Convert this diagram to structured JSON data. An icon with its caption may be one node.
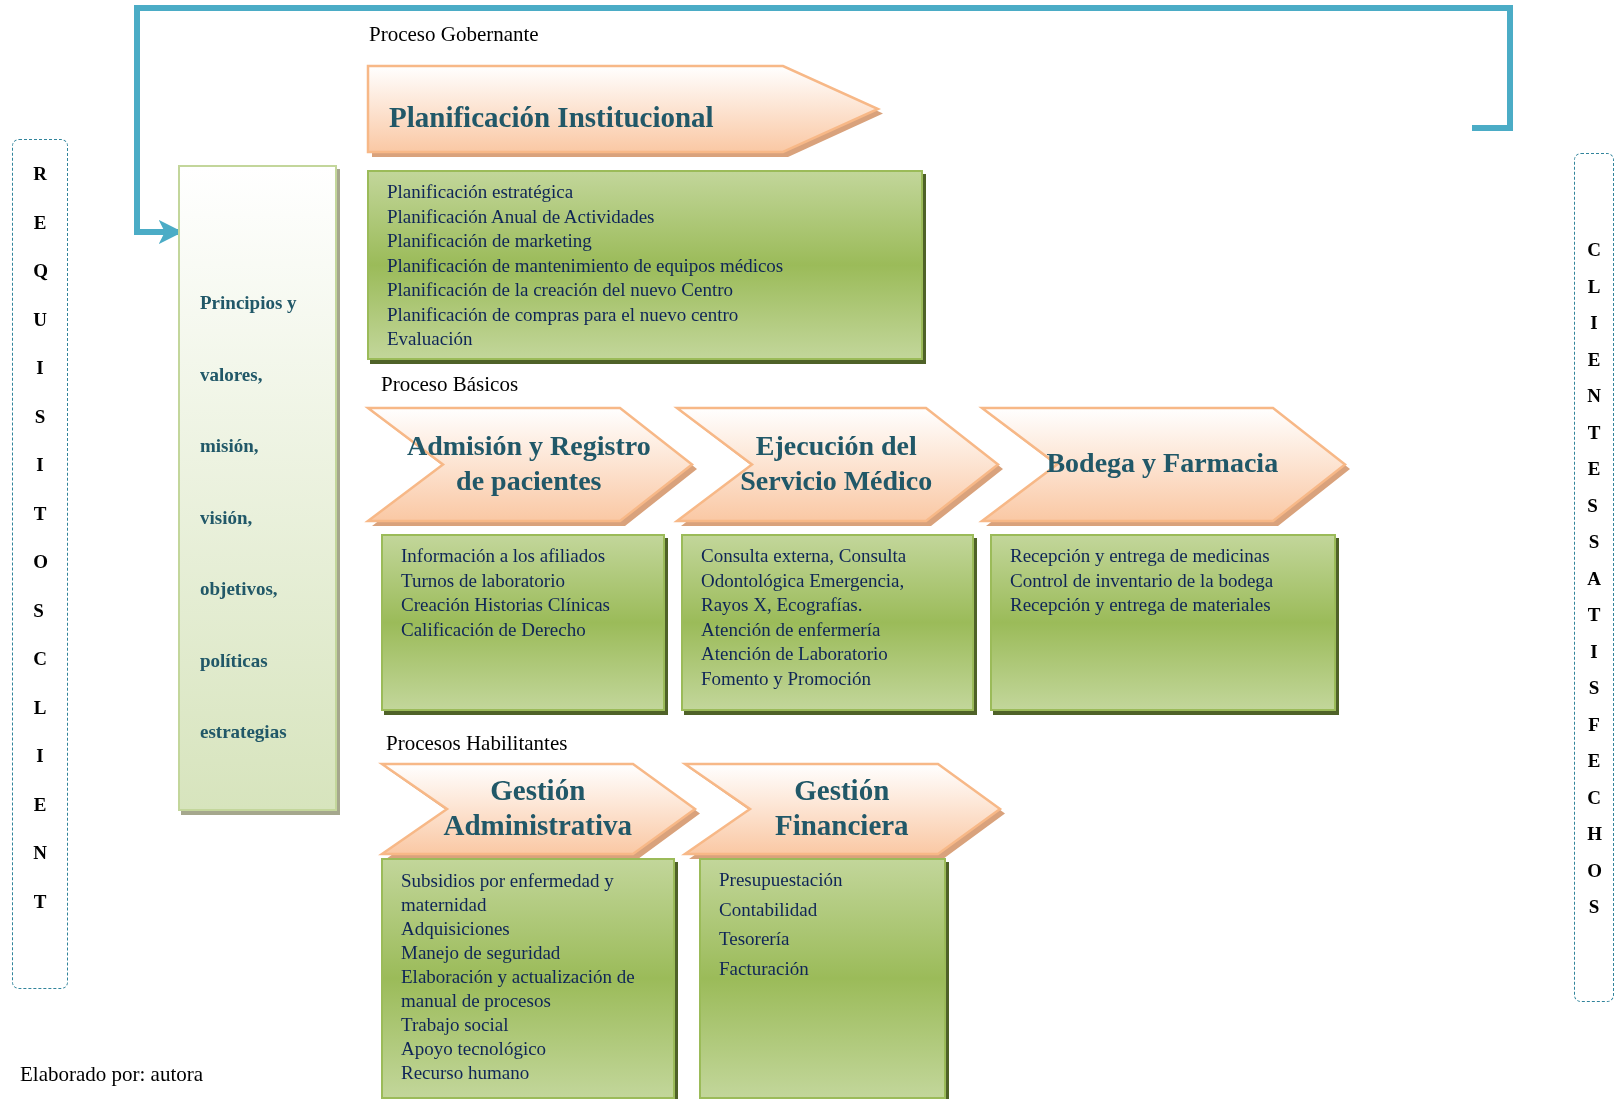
{
  "diagram": {
    "nodes": [
      {
        "text": [
          "REQUISITOS CLIENT"
        ]
      },
      {
        "text": [
          "CLIENTES SATISFECHOS"
        ]
      },
      {
        "text": [
          "Principios y valores, misión, visión, objetivos, políticas estrategias"
        ]
      },
      {
        "text": [
          "Planificación Institucional"
        ]
      },
      {
        "text": [
          "Planificación estratégica",
          "Planificación Anual de Actividades",
          "Planificación de marketing",
          "Planificación de mantenimiento de equipos médicos",
          "Planificación de la creación del nuevo Centro",
          "Planificación de compras para el nuevo centro",
          "Evaluación"
        ]
      },
      {
        "text": [
          "Admisión y Registro de pacientes"
        ]
      },
      {
        "text": [
          "Ejecución del Servicio Médico"
        ]
      },
      {
        "text": [
          "Bodega y Farmacia"
        ]
      },
      {
        "text": [
          "Información a los afiliados",
          "Turnos de laboratorio",
          "Creación Historias Clínicas",
          "Calificación de Derecho"
        ]
      },
      {
        "text": [
          "Consulta externa, Consulta Odontológica Emergencia, Rayos X, Ecografías.",
          "Atención de enfermería",
          "Atención de Laboratorio",
          "Fomento y Promoción"
        ]
      },
      {
        "text": [
          "Recepción y entrega de medicinas",
          "Control de inventario de la bodega",
          "Recepción y entrega de materiales"
        ]
      },
      {
        "text": [
          "Gestión Administrativa"
        ]
      },
      {
        "text": [
          "Gestión Financiera"
        ]
      },
      {
        "text": [
          "Subsidios por enfermedad y maternidad",
          "Adquisiciones",
          "Manejo de seguridad",
          "Elaboración y actualización de manual de procesos",
          "Trabajo social",
          "Apoyo tecnológico",
          "Recurso humano"
        ]
      },
      {
        "text": [
          "Presupuestación",
          "Contabilidad",
          "Tesorería",
          "Facturación"
        ]
      }
    ],
    "edges": [
      {
        "from": null,
        "to": 2,
        "arrow": "to",
        "color": "#4bacc6"
      }
    ],
    "labels": [
      "Proceso Gobernante",
      "Proceso Básicos",
      "Procesos Habilitantes",
      "Elaborado por: autora"
    ]
  }
}
